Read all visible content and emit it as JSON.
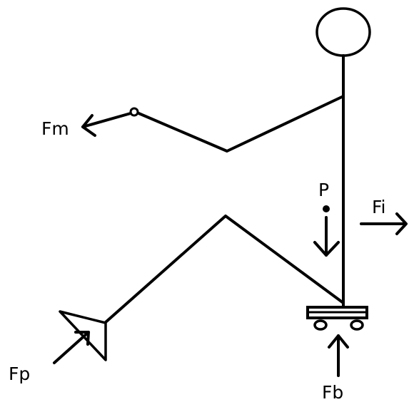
{
  "colors": {
    "background": "#ffffff",
    "ink": "#000000"
  },
  "labels": {
    "muscle_force": "Fm",
    "point": "P",
    "inertial_force": "Fi",
    "pedal_force": "Fp",
    "base_force": "Fb"
  },
  "icons": {
    "head": "ellipse-outline",
    "hand_joint": "circle-outline",
    "center_point": "filled-dot",
    "cart": "rectangle-with-wheels",
    "foot": "triangle-outline"
  }
}
